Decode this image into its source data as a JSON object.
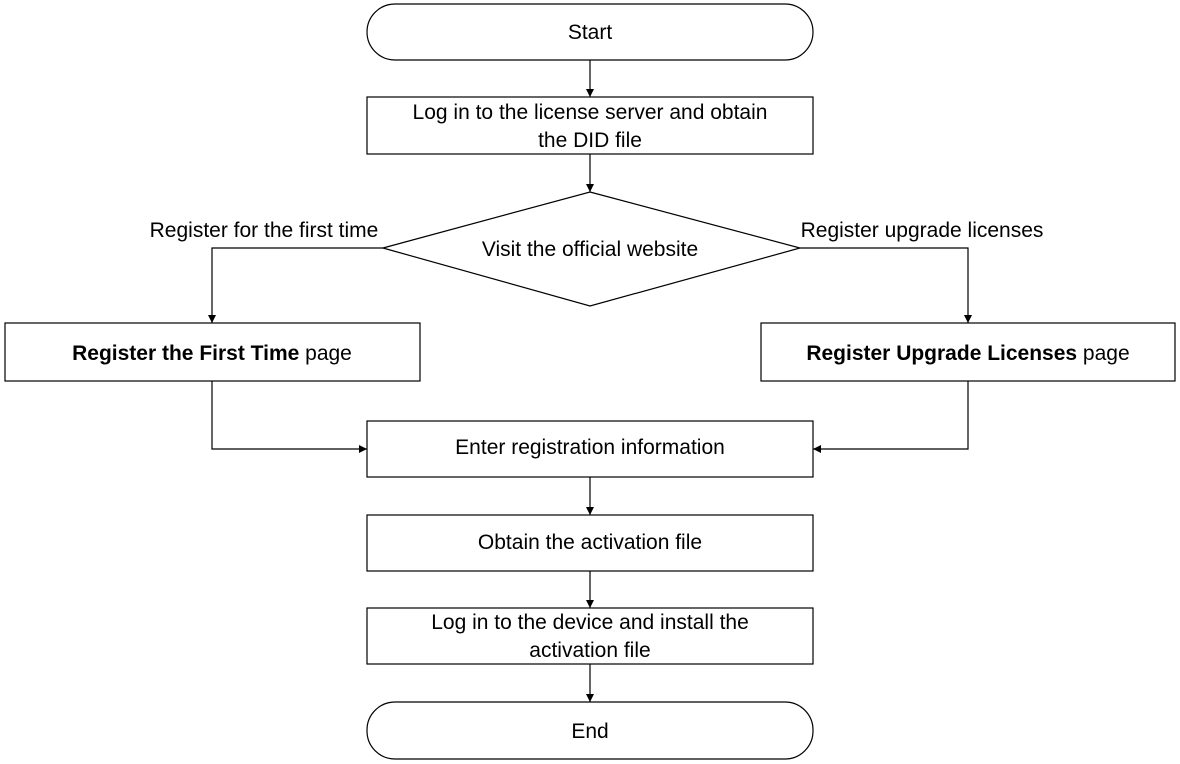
{
  "nodes": {
    "start": "Start",
    "login_server_line1": "Log in to the license server and obtain",
    "login_server_line2": "the DID file",
    "decision": "Visit the official website",
    "first_time_bold": "Register the First Time",
    "first_time_rest": " page",
    "upgrade_bold": "Register Upgrade Licenses",
    "upgrade_rest": " page",
    "enter_info": "Enter registration information",
    "obtain_activation": "Obtain the activation file",
    "login_device_line1": "Log in to the device and install the",
    "login_device_line2": "activation file",
    "end": "End"
  },
  "edges": {
    "first_time_label": "Register for the first time",
    "upgrade_label": "Register upgrade licenses"
  }
}
